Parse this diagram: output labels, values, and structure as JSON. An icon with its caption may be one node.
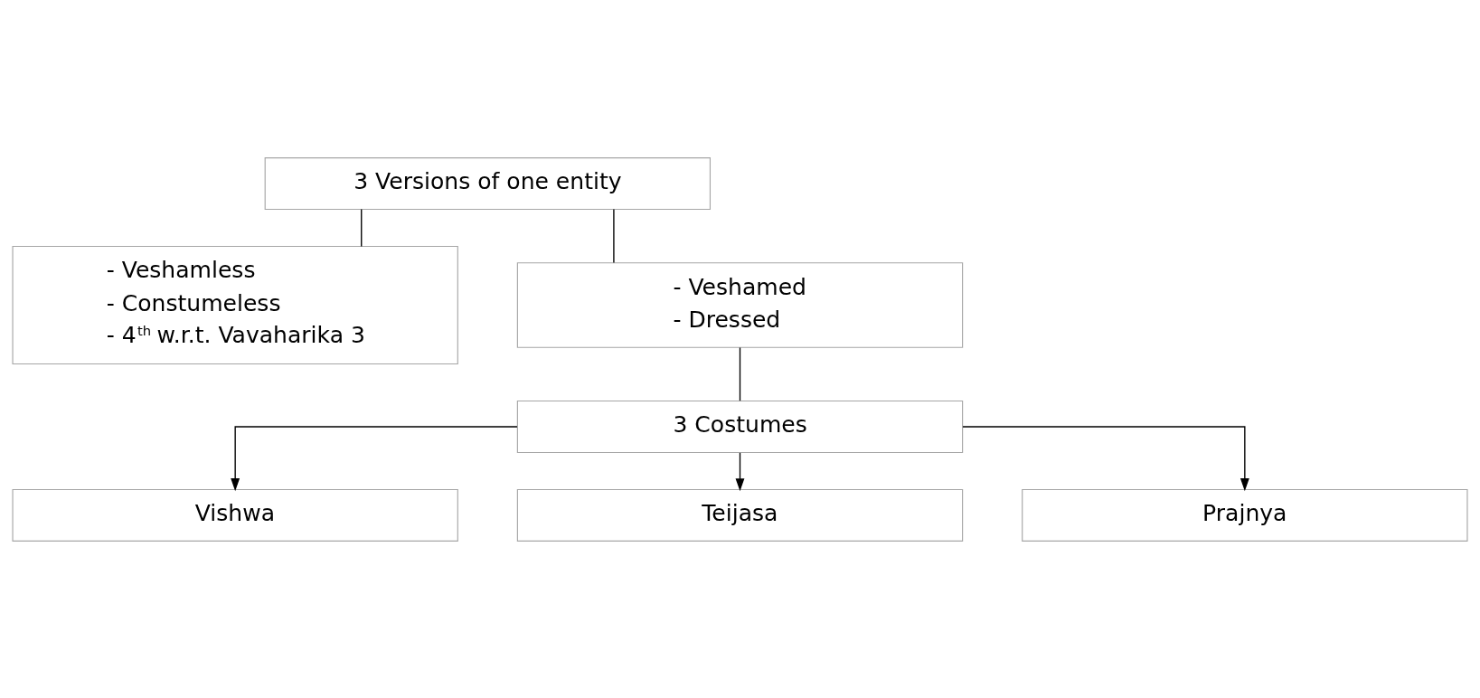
{
  "diagram": {
    "nodes": [
      {
        "text": [
          "3 Versions of one entity"
        ]
      },
      {
        "text": [
          "- Veshamless",
          "- Constumeless",
          "- 4$^{th}$ w.r.t. Vavaharika 3"
        ]
      },
      {
        "text": [
          "- Veshamed",
          "- Dressed"
        ]
      },
      {
        "text": [
          "3 Costumes"
        ]
      },
      {
        "text": [
          "Vishwa"
        ]
      },
      {
        "text": [
          "Teijasa"
        ]
      },
      {
        "text": [
          "Prajnya"
        ]
      }
    ],
    "edges": [
      {
        "from": 0,
        "to": 1,
        "arrow": "none"
      },
      {
        "from": 0,
        "to": 2,
        "arrow": "none"
      },
      {
        "from": 2,
        "to": 3,
        "arrow": "none"
      },
      {
        "from": 3,
        "to": 4,
        "arrow": "to"
      },
      {
        "from": 3,
        "to": 5,
        "arrow": "to"
      },
      {
        "from": 3,
        "to": 6,
        "arrow": "to"
      }
    ]
  }
}
